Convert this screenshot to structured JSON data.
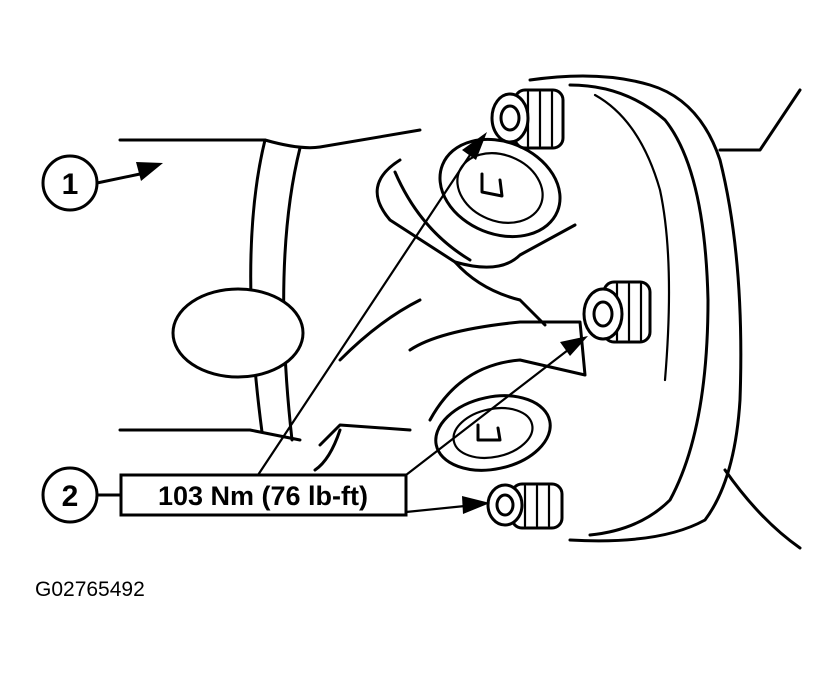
{
  "callouts": [
    {
      "number": "1"
    },
    {
      "number": "2"
    }
  ],
  "torque_spec": "103 Nm (76 lb-ft)",
  "figure_code": "G02765492"
}
